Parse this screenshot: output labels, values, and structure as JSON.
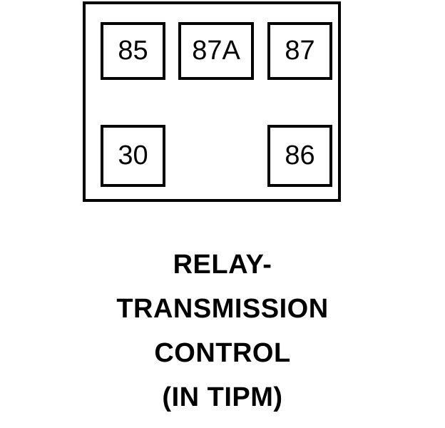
{
  "diagram": {
    "type": "automotive-relay-pinout",
    "body": {
      "shape": "rectangle",
      "border_color": "#000000",
      "fill_color": "#ffffff"
    },
    "pins": [
      {
        "id": "pin-85",
        "label": "85",
        "row": "top",
        "position": "left"
      },
      {
        "id": "pin-87a",
        "label": "87A",
        "row": "top",
        "position": "center"
      },
      {
        "id": "pin-87",
        "label": "87",
        "row": "top",
        "position": "right"
      },
      {
        "id": "pin-30",
        "label": "30",
        "row": "bottom",
        "position": "left"
      },
      {
        "id": "pin-86",
        "label": "86",
        "row": "bottom",
        "position": "right"
      }
    ]
  },
  "caption": {
    "lines": [
      "RELAY-",
      "TRANSMISSION",
      "CONTROL",
      "(IN TIPM)"
    ],
    "full_text": "RELAY-TRANSMISSION CONTROL (IN TIPM)",
    "color": "#000000"
  }
}
